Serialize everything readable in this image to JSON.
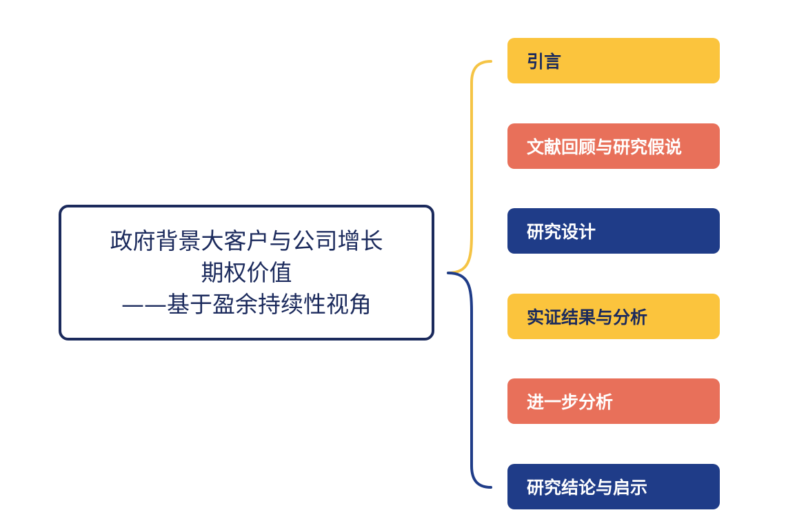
{
  "colors": {
    "navy": "#1f3c88",
    "yellow": "#fbc43d",
    "coral": "#e8705a",
    "root_border": "#1b2a5c",
    "upper_connector": "#f5c445",
    "lower_connector": "#1f3c88"
  },
  "root": {
    "lines": [
      "政府背景大客户与公司增长",
      "期权价值",
      "——基于盈余持续性视角"
    ]
  },
  "nodes": [
    {
      "label": "引言",
      "color": "yellow",
      "text_color": "#1b2a5c"
    },
    {
      "label": "文献回顾与研究假说",
      "color": "coral",
      "text_color": "#ffffff"
    },
    {
      "label": "研究设计",
      "color": "navy",
      "text_color": "#ffffff"
    },
    {
      "label": "实证结果与分析",
      "color": "yellow",
      "text_color": "#1b2a5c"
    },
    {
      "label": "进一步分析",
      "color": "coral",
      "text_color": "#ffffff"
    },
    {
      "label": "研究结论与启示",
      "color": "navy",
      "text_color": "#ffffff"
    }
  ]
}
